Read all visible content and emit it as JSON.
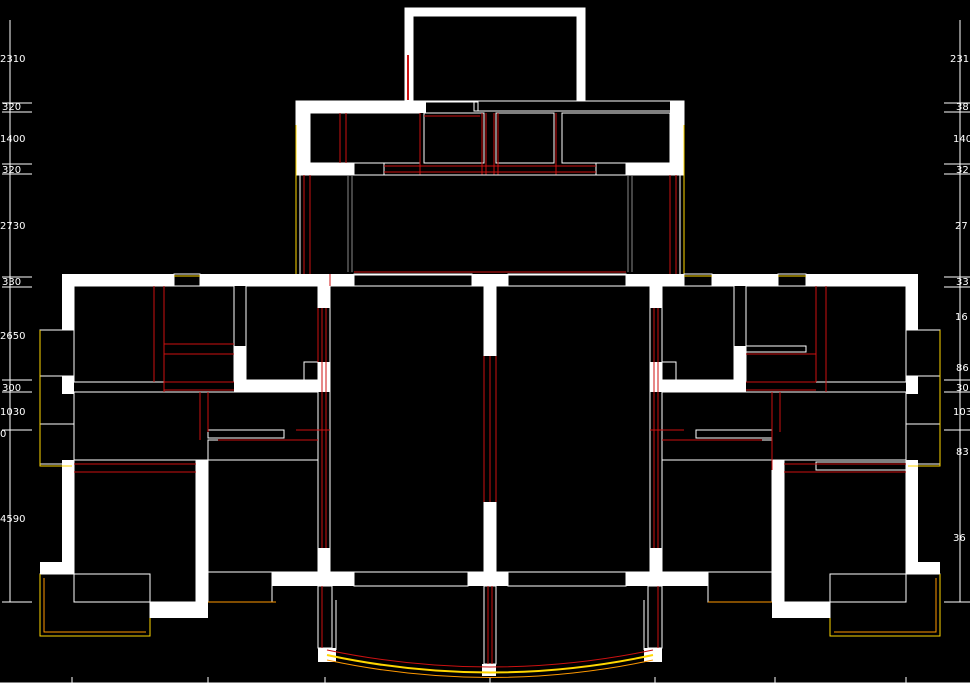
{
  "colors": {
    "background": "#000000",
    "wall": "#ffffff",
    "outline": "#ffffff",
    "window_red": "#cc1111",
    "balcony_yellow": "#ffd700",
    "balcony_orange": "#ff9900"
  },
  "dimensions_left": {
    "d1": "2310",
    "d2": "320",
    "d3": "1400",
    "d4": "320",
    "d5": "2730",
    "d6": "330",
    "d7": "2650",
    "d8": "300",
    "d9": "1030",
    "d10": "0",
    "d11": "4590"
  },
  "dimensions_right": {
    "d1": "231",
    "d2": "38",
    "d3": "140",
    "d4": "32",
    "d5": "27",
    "d6": "33",
    "d7": "16",
    "d8": "86",
    "d9": "30",
    "d10": "103",
    "d11": "83",
    "d12": "36"
  }
}
